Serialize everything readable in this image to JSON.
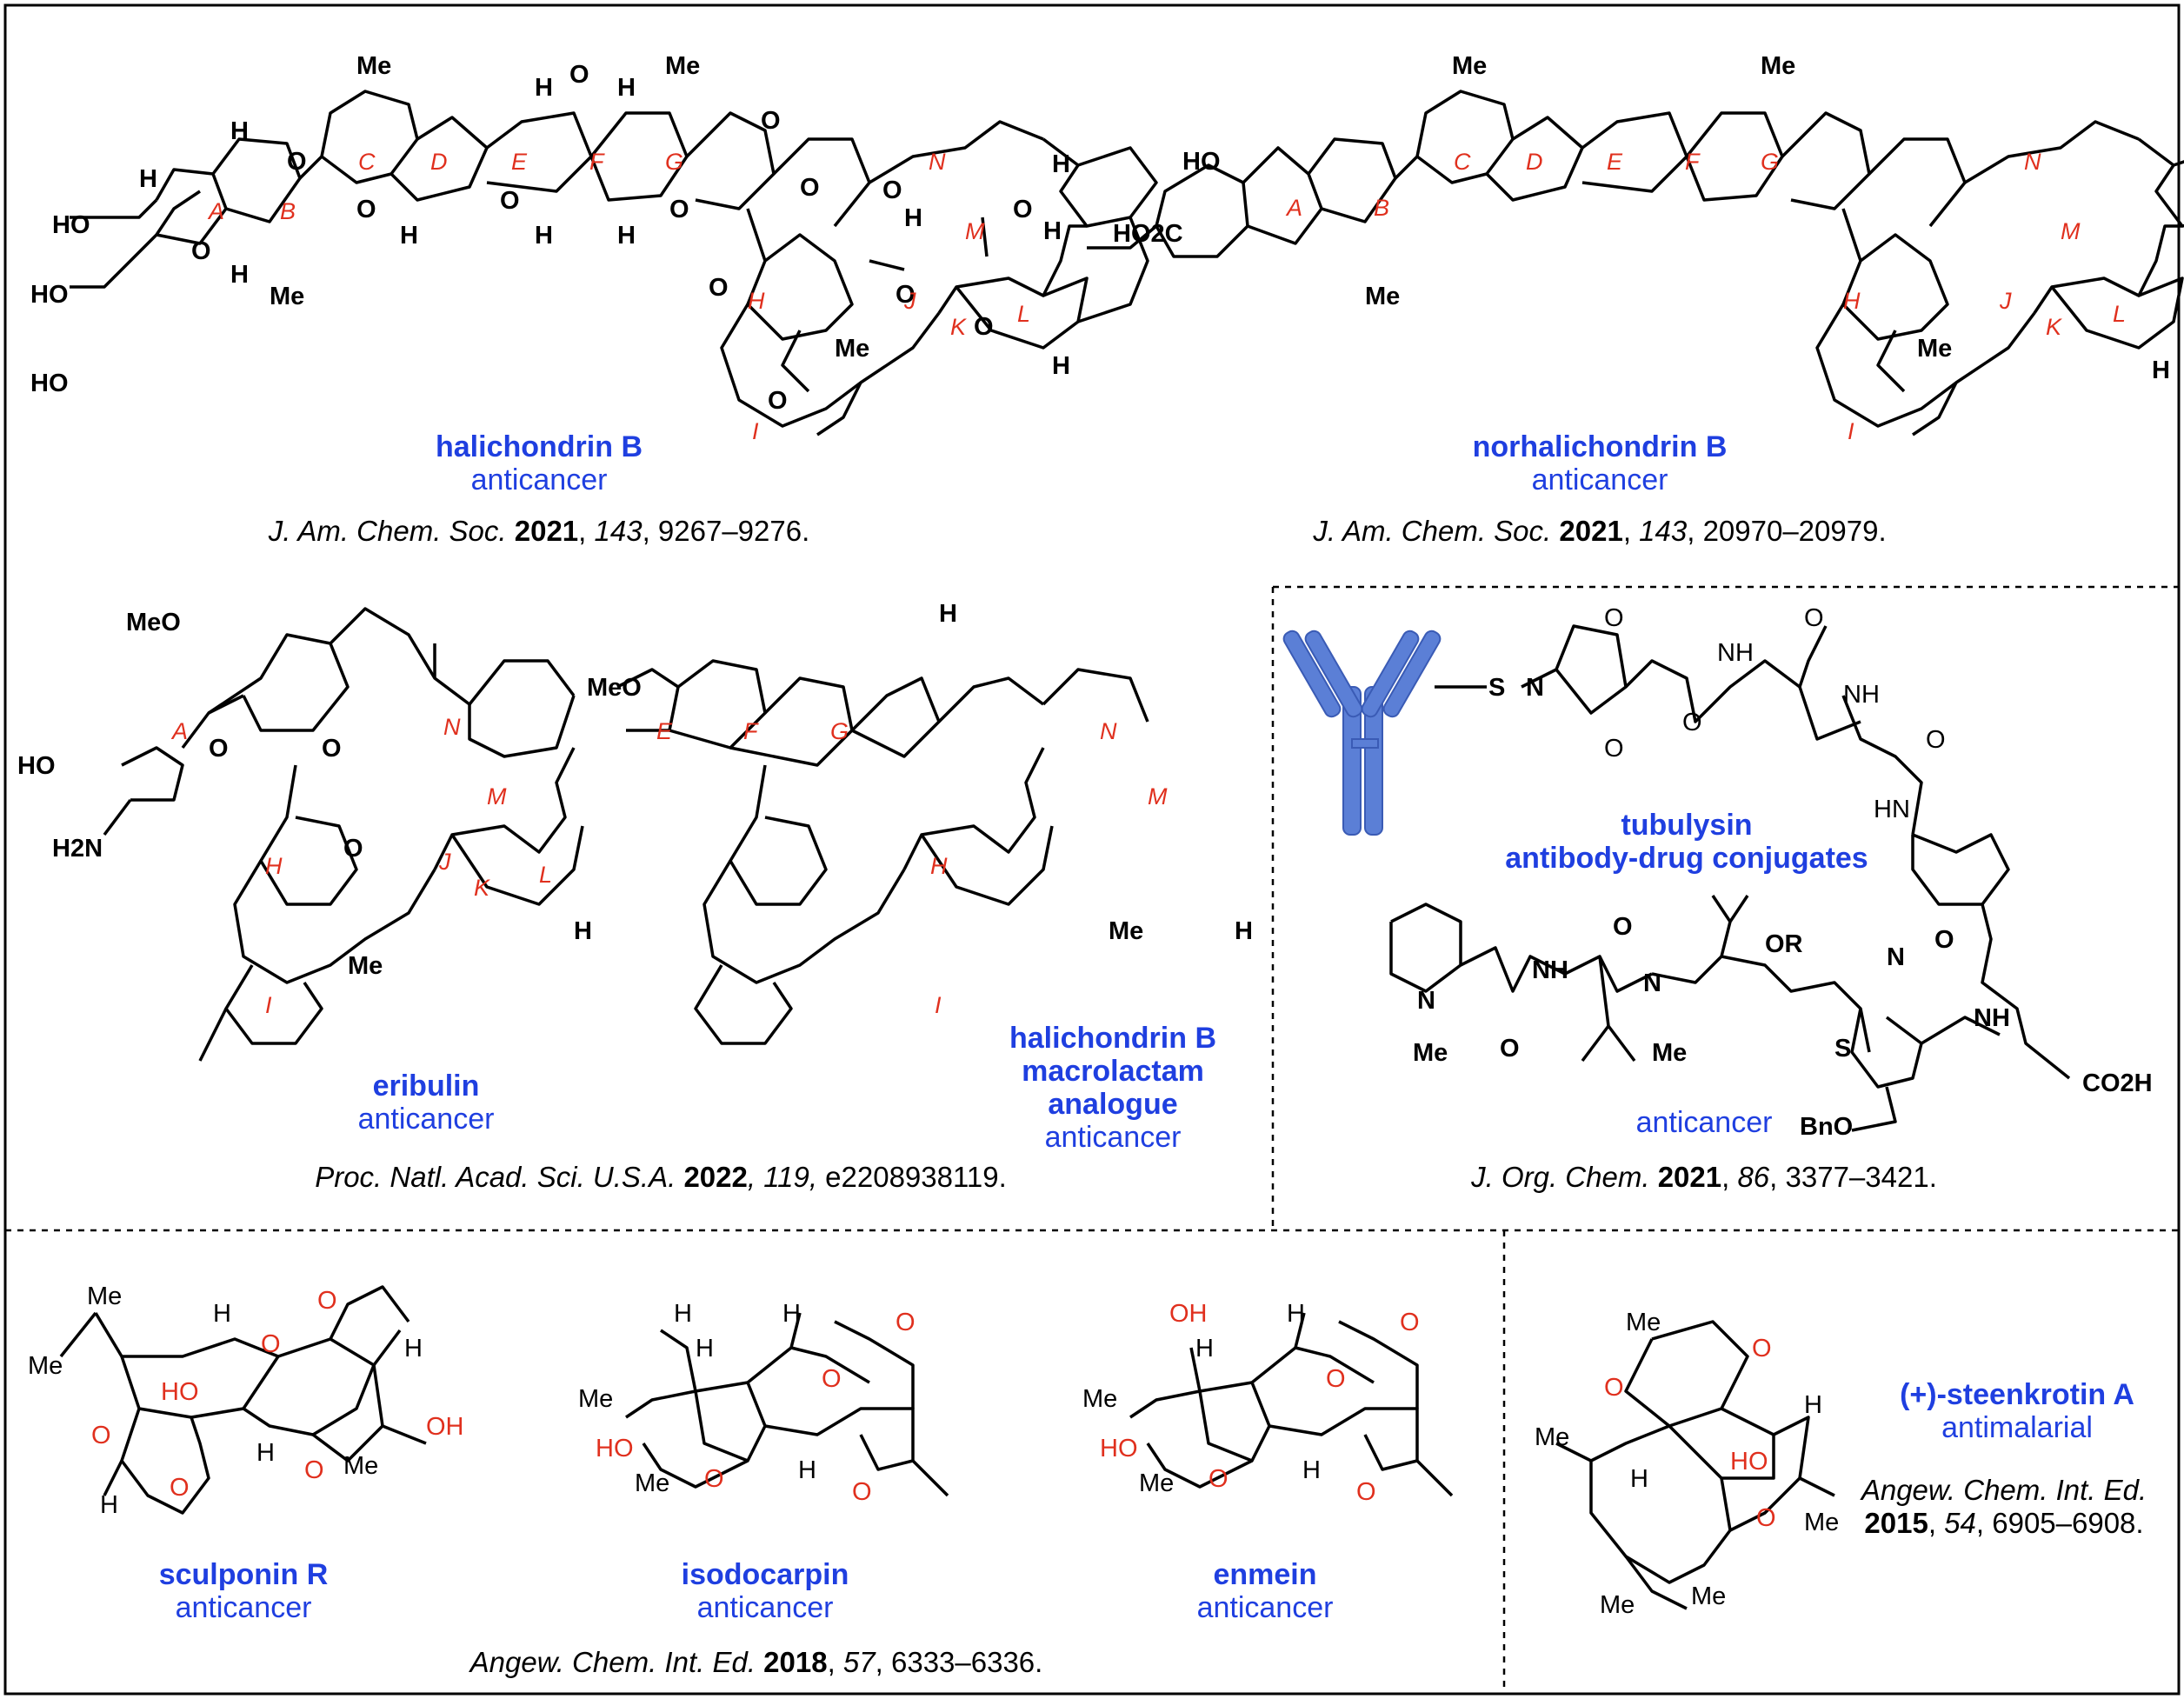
{
  "panels": {
    "halichondrin_b": {
      "name": "halichondrin B",
      "activity": "anticancer",
      "ref": {
        "journal": "J. Am. Chem. Soc.",
        "year": "2021",
        "volume": "143",
        "pages": "9267–9276."
      },
      "rings": [
        "A",
        "B",
        "C",
        "D",
        "E",
        "F",
        "G",
        "H",
        "I",
        "J",
        "K",
        "L",
        "M",
        "N"
      ]
    },
    "norhalichondrin_b": {
      "name": "norhalichondrin B",
      "activity": "anticancer",
      "ref": {
        "journal": "J. Am. Chem. Soc.",
        "year": "2021",
        "volume": "143",
        "pages": "20970–20979."
      }
    },
    "eribulin": {
      "name": "eribulin",
      "activity": "anticancer"
    },
    "macrolactam": {
      "name_lines": [
        "halichondrin B",
        "macrolactam",
        "analogue"
      ],
      "activity": "anticancer"
    },
    "eribulin_ref": {
      "journal": "Proc. Natl. Acad. Sci. U.S.A.",
      "year": "2022",
      "volume": "119,",
      "pages": "e2208938119."
    },
    "tubulysin": {
      "name_lines": [
        "tubulysin",
        "antibody-drug conjugates"
      ],
      "activity": "anticancer",
      "ref": {
        "journal": "J. Org. Chem.",
        "year": "2021",
        "volume": "86",
        "pages": "3377–3421."
      }
    },
    "sculponin_r": {
      "name": "sculponin R",
      "activity": "anticancer"
    },
    "isodocarpin": {
      "name": "isodocarpin",
      "activity": "anticancer"
    },
    "enmein": {
      "name": "enmein",
      "activity": "anticancer"
    },
    "ent_kaurane_ref": {
      "journal": "Angew. Chem. Int. Ed.",
      "year": "2018",
      "volume": "57",
      "pages": "6333–6336."
    },
    "steenkrotin": {
      "name": "(+)-steenkrotin A",
      "activity": "antimalarial",
      "ref": {
        "journal": "Angew. Chem. Int. Ed.",
        "year": "2015",
        "volume": "54",
        "pages": "6905–6908."
      }
    }
  },
  "atom_labels": {
    "me": "Me",
    "h": "H",
    "o": "O",
    "ho": "HO",
    "oh": "OH",
    "meo": "MeO",
    "nh": "NH",
    "hn": "HN",
    "n": "N",
    "s": "S",
    "or": "OR",
    "ho2c": "HO2C",
    "co2h": "CO2H",
    "h2n": "H2N",
    "bno": "BnO"
  },
  "colors": {
    "name_blue": "#1f3fe0",
    "ring_red": "#e0301e",
    "antibody_blue": "#5b7fd6"
  }
}
